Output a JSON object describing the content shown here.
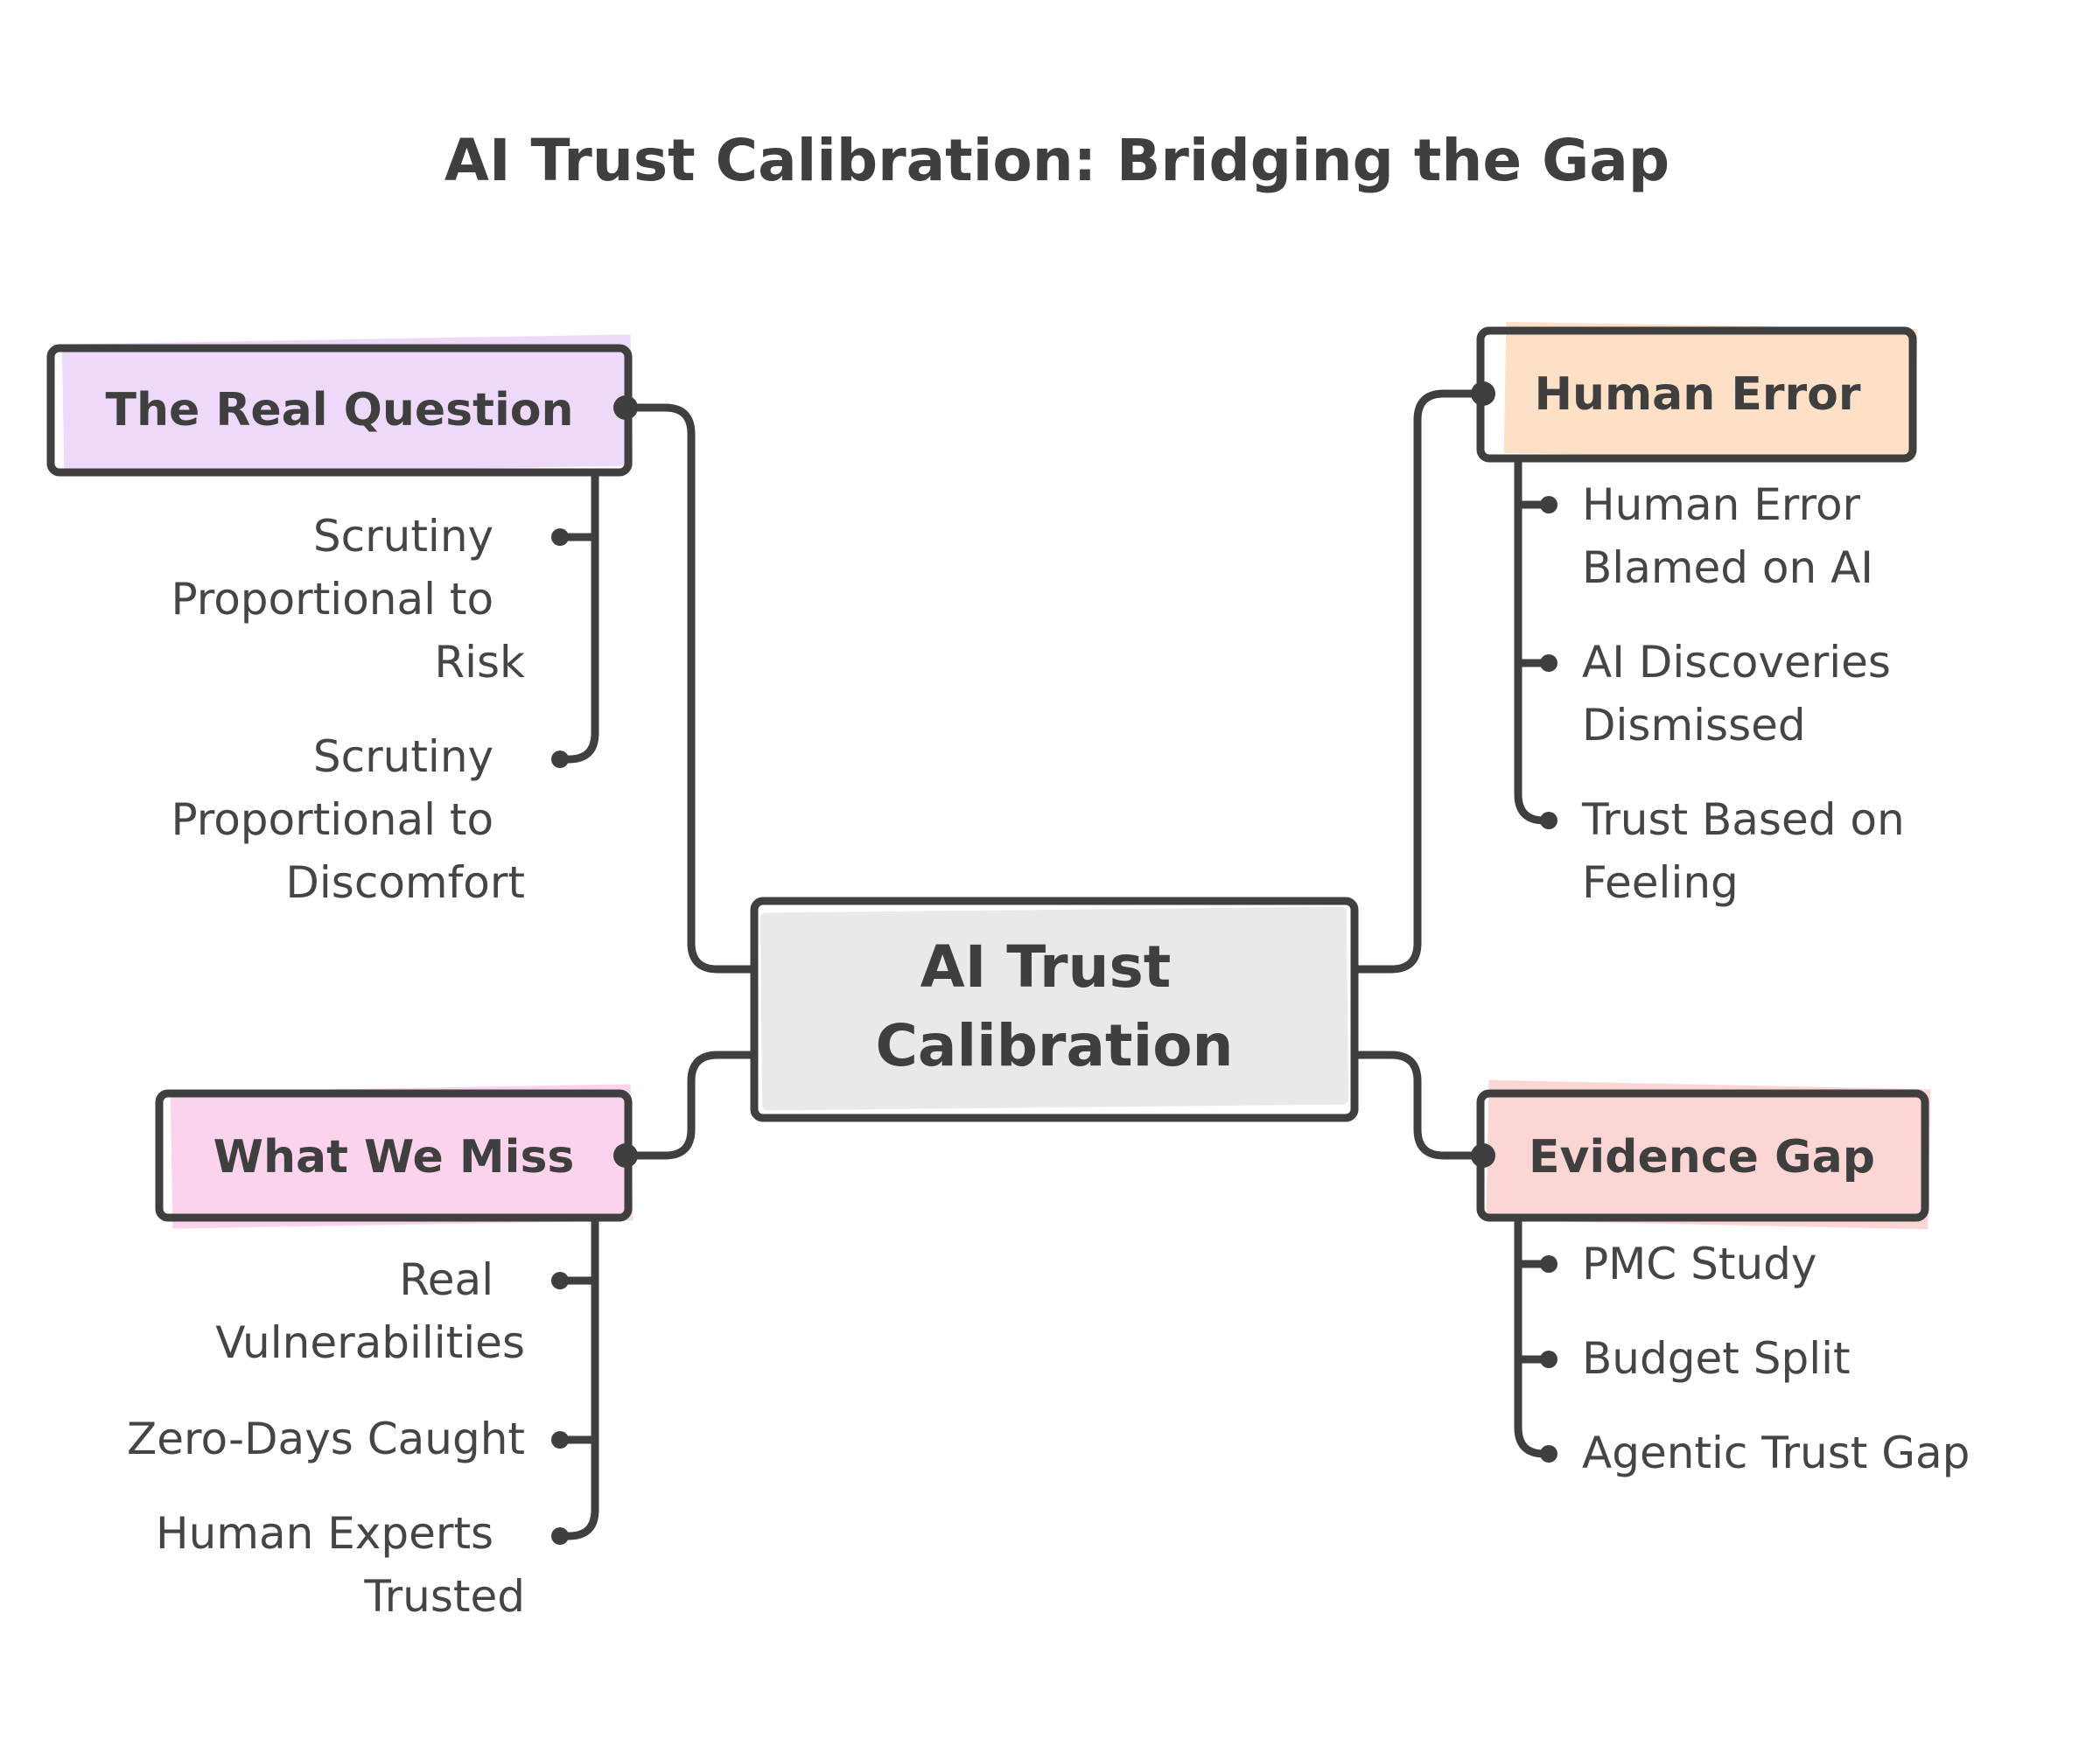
{
  "title": "AI Trust Calibration: Bridging the Gap",
  "center": {
    "line1": "AI Trust",
    "line2": "Calibration",
    "fill": "#e9e9e9"
  },
  "branches": {
    "real_question": {
      "label": "The Real Question",
      "fill": "#efd9fb",
      "items": [
        {
          "lines": [
            "Scrutiny",
            "Proportional to",
            "Risk"
          ]
        },
        {
          "lines": [
            "Scrutiny",
            "Proportional to",
            "Discomfort"
          ]
        }
      ]
    },
    "what_we_miss": {
      "label": "What We Miss",
      "fill": "#fbd3ec",
      "items": [
        {
          "lines": [
            "Real",
            "Vulnerabilities"
          ]
        },
        {
          "lines": [
            "Zero-Days Caught"
          ]
        },
        {
          "lines": [
            "Human Experts",
            "Trusted"
          ]
        }
      ]
    },
    "human_error": {
      "label": "Human Error",
      "fill": "#fde0c6",
      "items": [
        {
          "lines": [
            "Human Error",
            "Blamed on AI"
          ]
        },
        {
          "lines": [
            "AI Discoveries",
            "Dismissed"
          ]
        },
        {
          "lines": [
            "Trust Based on",
            "Feeling"
          ]
        }
      ]
    },
    "evidence_gap": {
      "label": "Evidence Gap",
      "fill": "#fbd6d4",
      "items": [
        {
          "lines": [
            "PMC Study"
          ]
        },
        {
          "lines": [
            "Budget Split"
          ]
        },
        {
          "lines": [
            "Agentic Trust Gap"
          ]
        }
      ]
    }
  }
}
